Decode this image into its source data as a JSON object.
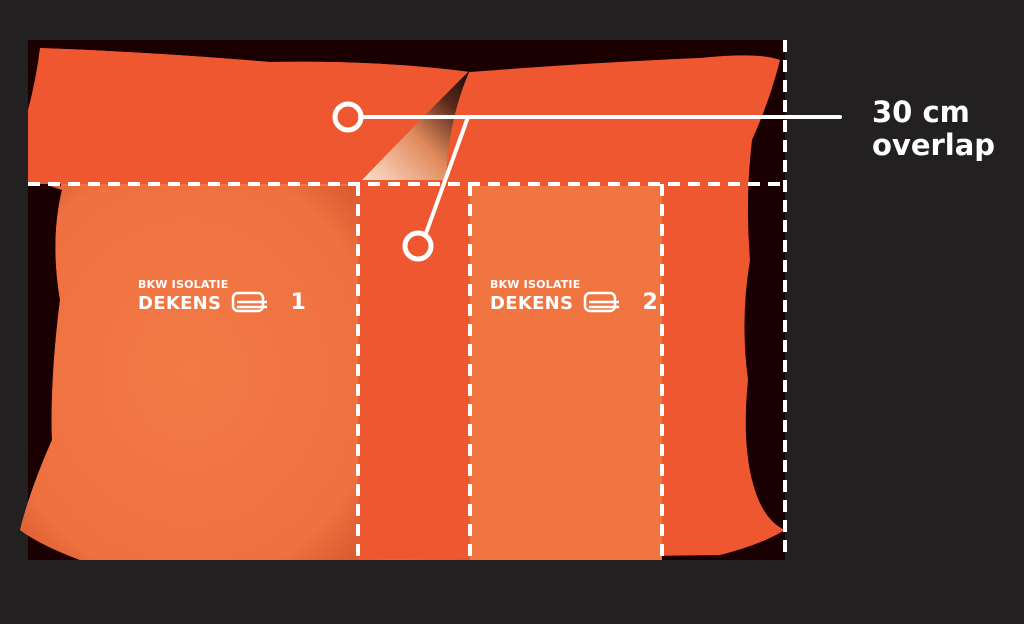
{
  "callout": {
    "line1": "30 cm",
    "line2": "overlap"
  },
  "blankets": [
    {
      "brand_top": "BKW ISOLATIE",
      "brand_main": "DEKENS",
      "number": "1"
    },
    {
      "brand_top": "BKW ISOLATIE",
      "brand_main": "DEKENS",
      "number": "2"
    }
  ],
  "colors": {
    "background": "#232022",
    "dark_area": "#1a0000",
    "blanket_light": "#f07540",
    "blanket_dark": "#ee5730",
    "guide_lines": "#ffffff"
  },
  "icons": [
    "bed-icon",
    "fold-corner-icon",
    "callout-marker-icon"
  ]
}
